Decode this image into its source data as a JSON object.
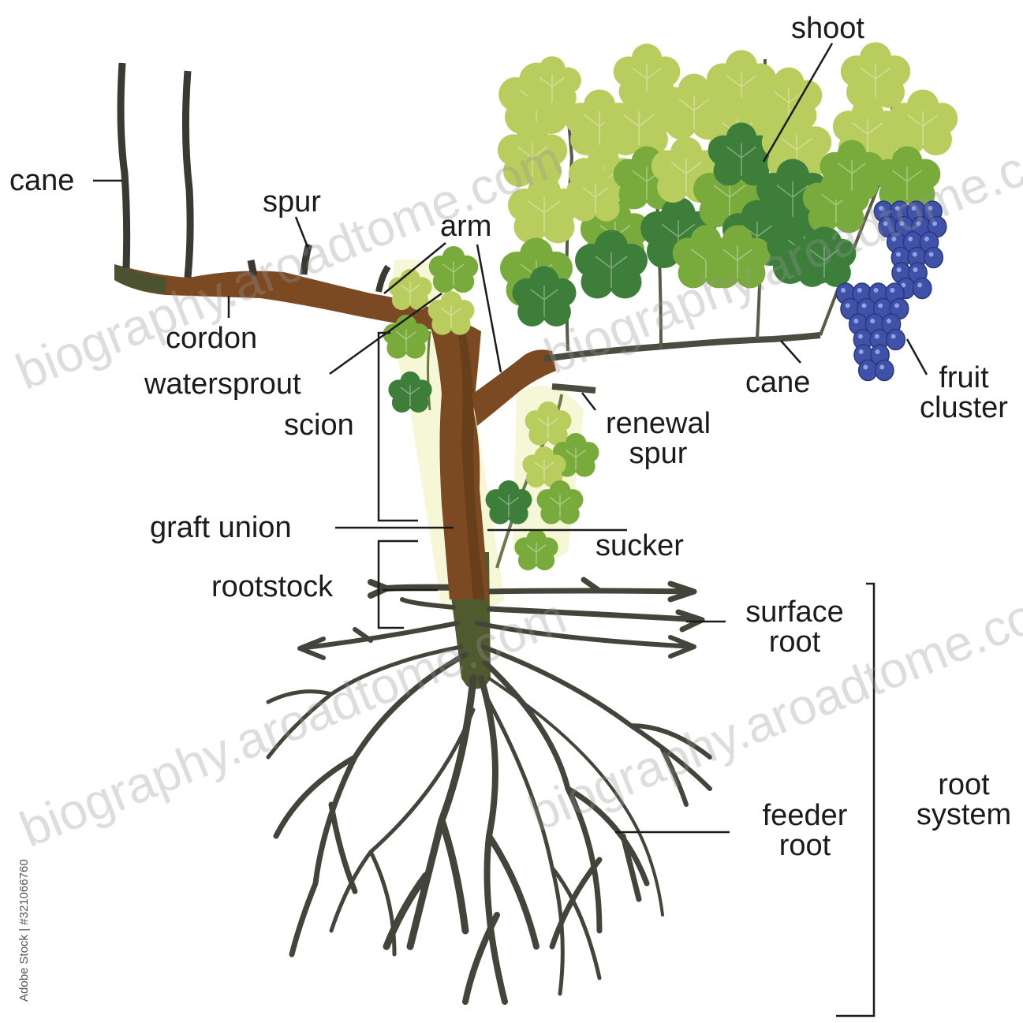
{
  "labels": {
    "cane_left": "cane",
    "spur": "spur",
    "arm": "arm",
    "shoot": "shoot",
    "cordon": "cordon",
    "watersprout": "watersprout",
    "scion": "scion",
    "cane_right": "cane",
    "fruit_cluster_line1": "fruit",
    "fruit_cluster_line2": "cluster",
    "renewal_spur_line1": "renewal",
    "renewal_spur_line2": "spur",
    "graft_union": "graft union",
    "sucker": "sucker",
    "rootstock": "rootstock",
    "surface_root_line1": "surface",
    "surface_root_line2": "root",
    "feeder_root_line1": "feeder",
    "feeder_root_line2": "root",
    "root_system_line1": "root",
    "root_system_line2": "system"
  },
  "watermarks": [
    "biography.aroadtome.com",
    "biography.aroadtome.com",
    "biography.aroadtome.com",
    "biography.aroadtome.com"
  ],
  "credit": "Adobe Stock | #321066760",
  "colors": {
    "trunk": "#7b4a22",
    "rootstock": "#4f5a2e",
    "root": "#45443a",
    "leaf_light": "#b9cc5e",
    "leaf_mid": "#79ab3c",
    "leaf_dark": "#3d7f3a",
    "grape": "#3f52a8",
    "line": "#1b1b1b"
  }
}
